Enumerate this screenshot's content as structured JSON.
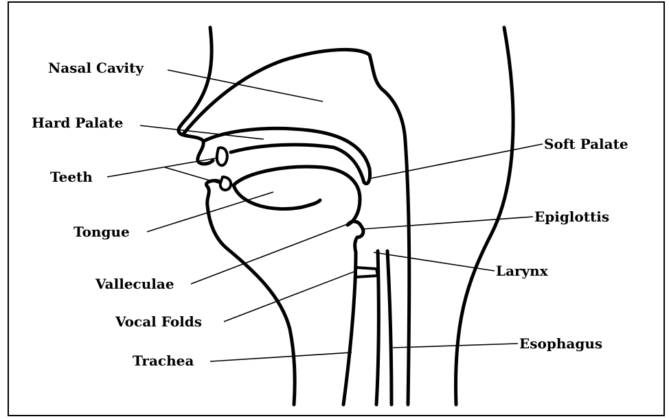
{
  "diagram": {
    "labels": {
      "nasal_cavity": "Nasal Cavity",
      "hard_palate": "Hard Palate",
      "teeth": "Teeth",
      "tongue": "Tongue",
      "valleculae": "Valleculae",
      "vocal_folds": "Vocal Folds",
      "trachea": "Trachea",
      "soft_palate": "Soft Palate",
      "epiglottis": "Epiglottis",
      "larynx": "Larynx",
      "esophagus": "Esophagus"
    },
    "colors": {
      "line": "#000000",
      "background": "#ffffff"
    }
  }
}
